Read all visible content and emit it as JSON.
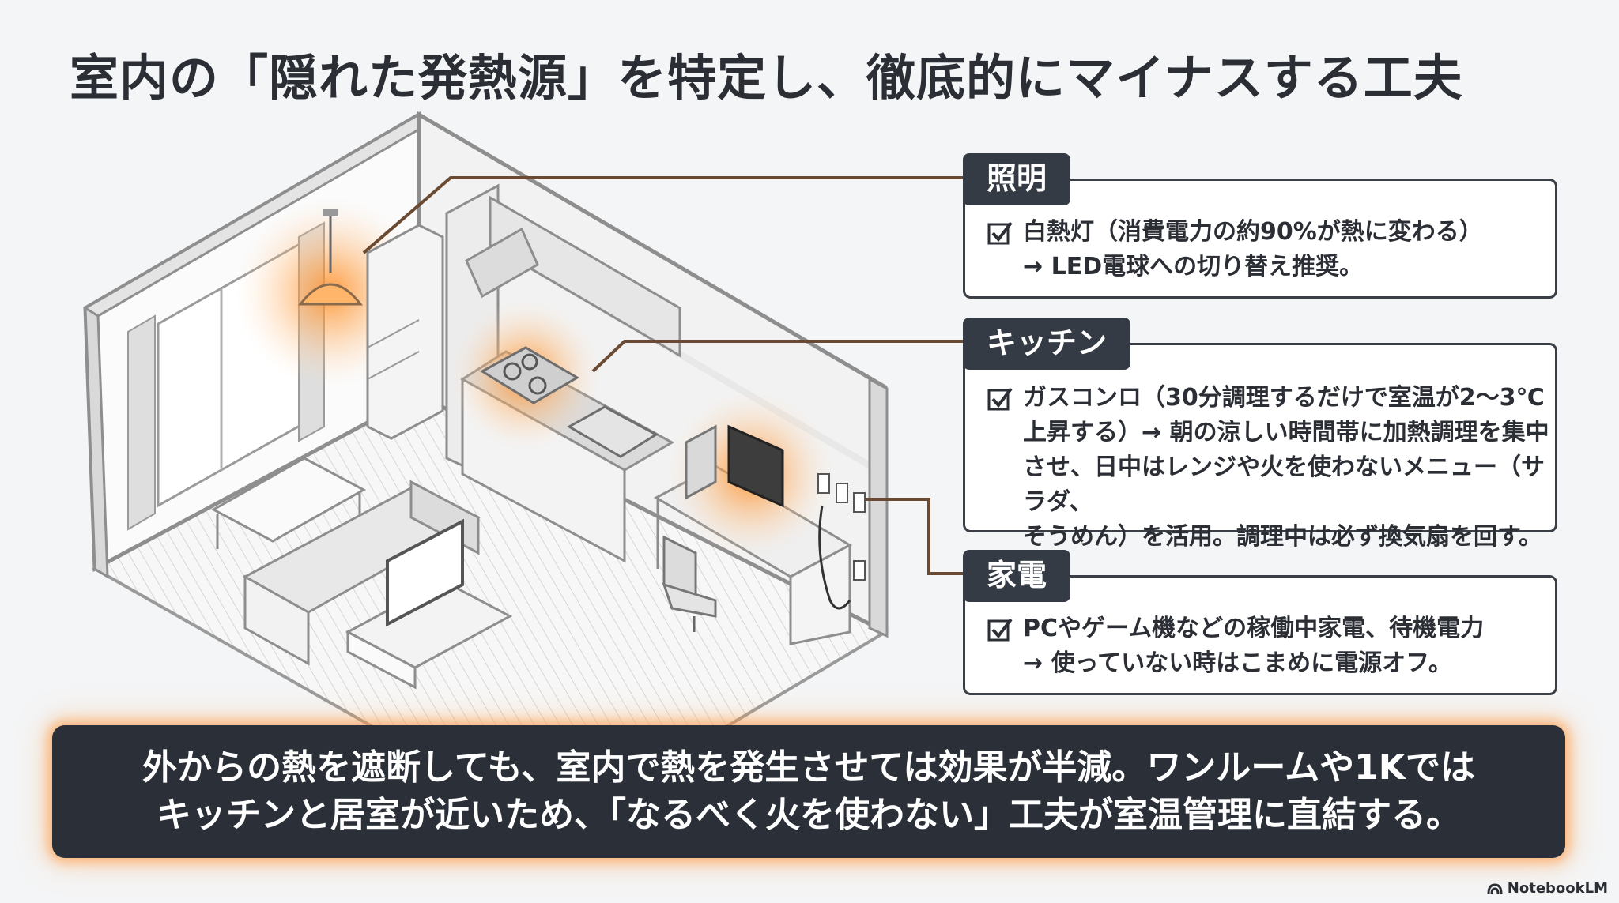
{
  "title": "室内の「隠れた発熱源」を特定し、徹底的にマイナスする工夫",
  "sections": [
    {
      "label": "照明",
      "lines": [
        "白熱灯（消費電力の約90%が熱に変わる）",
        "→ LED電球への切り替え推奨。"
      ]
    },
    {
      "label": "キッチン",
      "lines": [
        "ガスコンロ（30分調理するだけで室温が2〜3℃",
        "上昇する）→ 朝の涼しい時間帯に加熱調理を集中",
        "させ、日中はレンジや火を使わないメニュー（サラダ、",
        "そうめん）を活用。調理中は必ず換気扇を回す。"
      ]
    },
    {
      "label": "家電",
      "lines": [
        "PCやゲーム機などの稼働中家電、待機電力",
        "→ 使っていない時はこまめに電源オフ。"
      ]
    }
  ],
  "banner": {
    "line1": "外からの熱を遮断しても、室内で熱を発生させては効果が半減。ワンルームや1Kでは",
    "line2": "キッチンと居室が近いため、「なるべく火を使わない」工夫が室温管理に直結する。"
  },
  "brand": "NotebookLM",
  "colors": {
    "accent": "#f08a2c",
    "dark": "#353b44",
    "glow": "#ff9a3c"
  }
}
